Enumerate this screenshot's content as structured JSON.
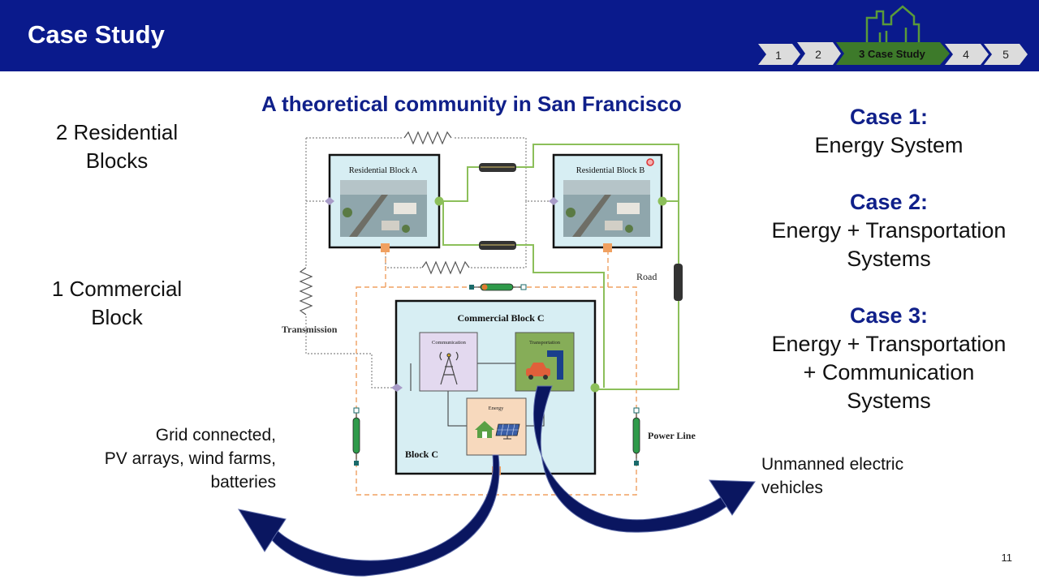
{
  "header": {
    "title": "Case Study",
    "steps": [
      {
        "label": "1",
        "active": false
      },
      {
        "label": "2",
        "active": false
      },
      {
        "label": "3  Case Study",
        "active": true
      },
      {
        "label": "4",
        "active": false
      },
      {
        "label": "5",
        "active": false
      }
    ],
    "colors": {
      "bar": "#0a1a8c",
      "step": "#dcdcdc",
      "active_step": "#3d7a2a"
    },
    "icon": "city-skyline-icon"
  },
  "subtitle": "A theoretical community in San Francisco",
  "left": {
    "residential": [
      "2 Residential",
      "Blocks"
    ],
    "commercial": [
      "1 Commercial",
      "Block"
    ]
  },
  "cases": [
    {
      "title": "Case 1:",
      "lines": [
        "Energy System"
      ]
    },
    {
      "title": "Case 2:",
      "lines": [
        "Energy + Transportation",
        "Systems"
      ]
    },
    {
      "title": "Case 3:",
      "lines": [
        "Energy + Transportation",
        "+ Communication",
        "Systems"
      ]
    }
  ],
  "notes": {
    "grid": [
      "Grid connected,",
      "PV arrays, wind farms,",
      "batteries"
    ],
    "ev": [
      "Unmanned electric",
      "vehicles"
    ]
  },
  "diagram": {
    "block_a": "Residential Block A",
    "block_b": "Residential Block B",
    "commercial": "Commercial Block C",
    "block_c": "Block C",
    "communication": "Communication",
    "transportation": "Transportation",
    "energy": "Energy",
    "road": "Road",
    "transmission": "Transmission",
    "power_line": "Power Line"
  },
  "page_number": "11"
}
